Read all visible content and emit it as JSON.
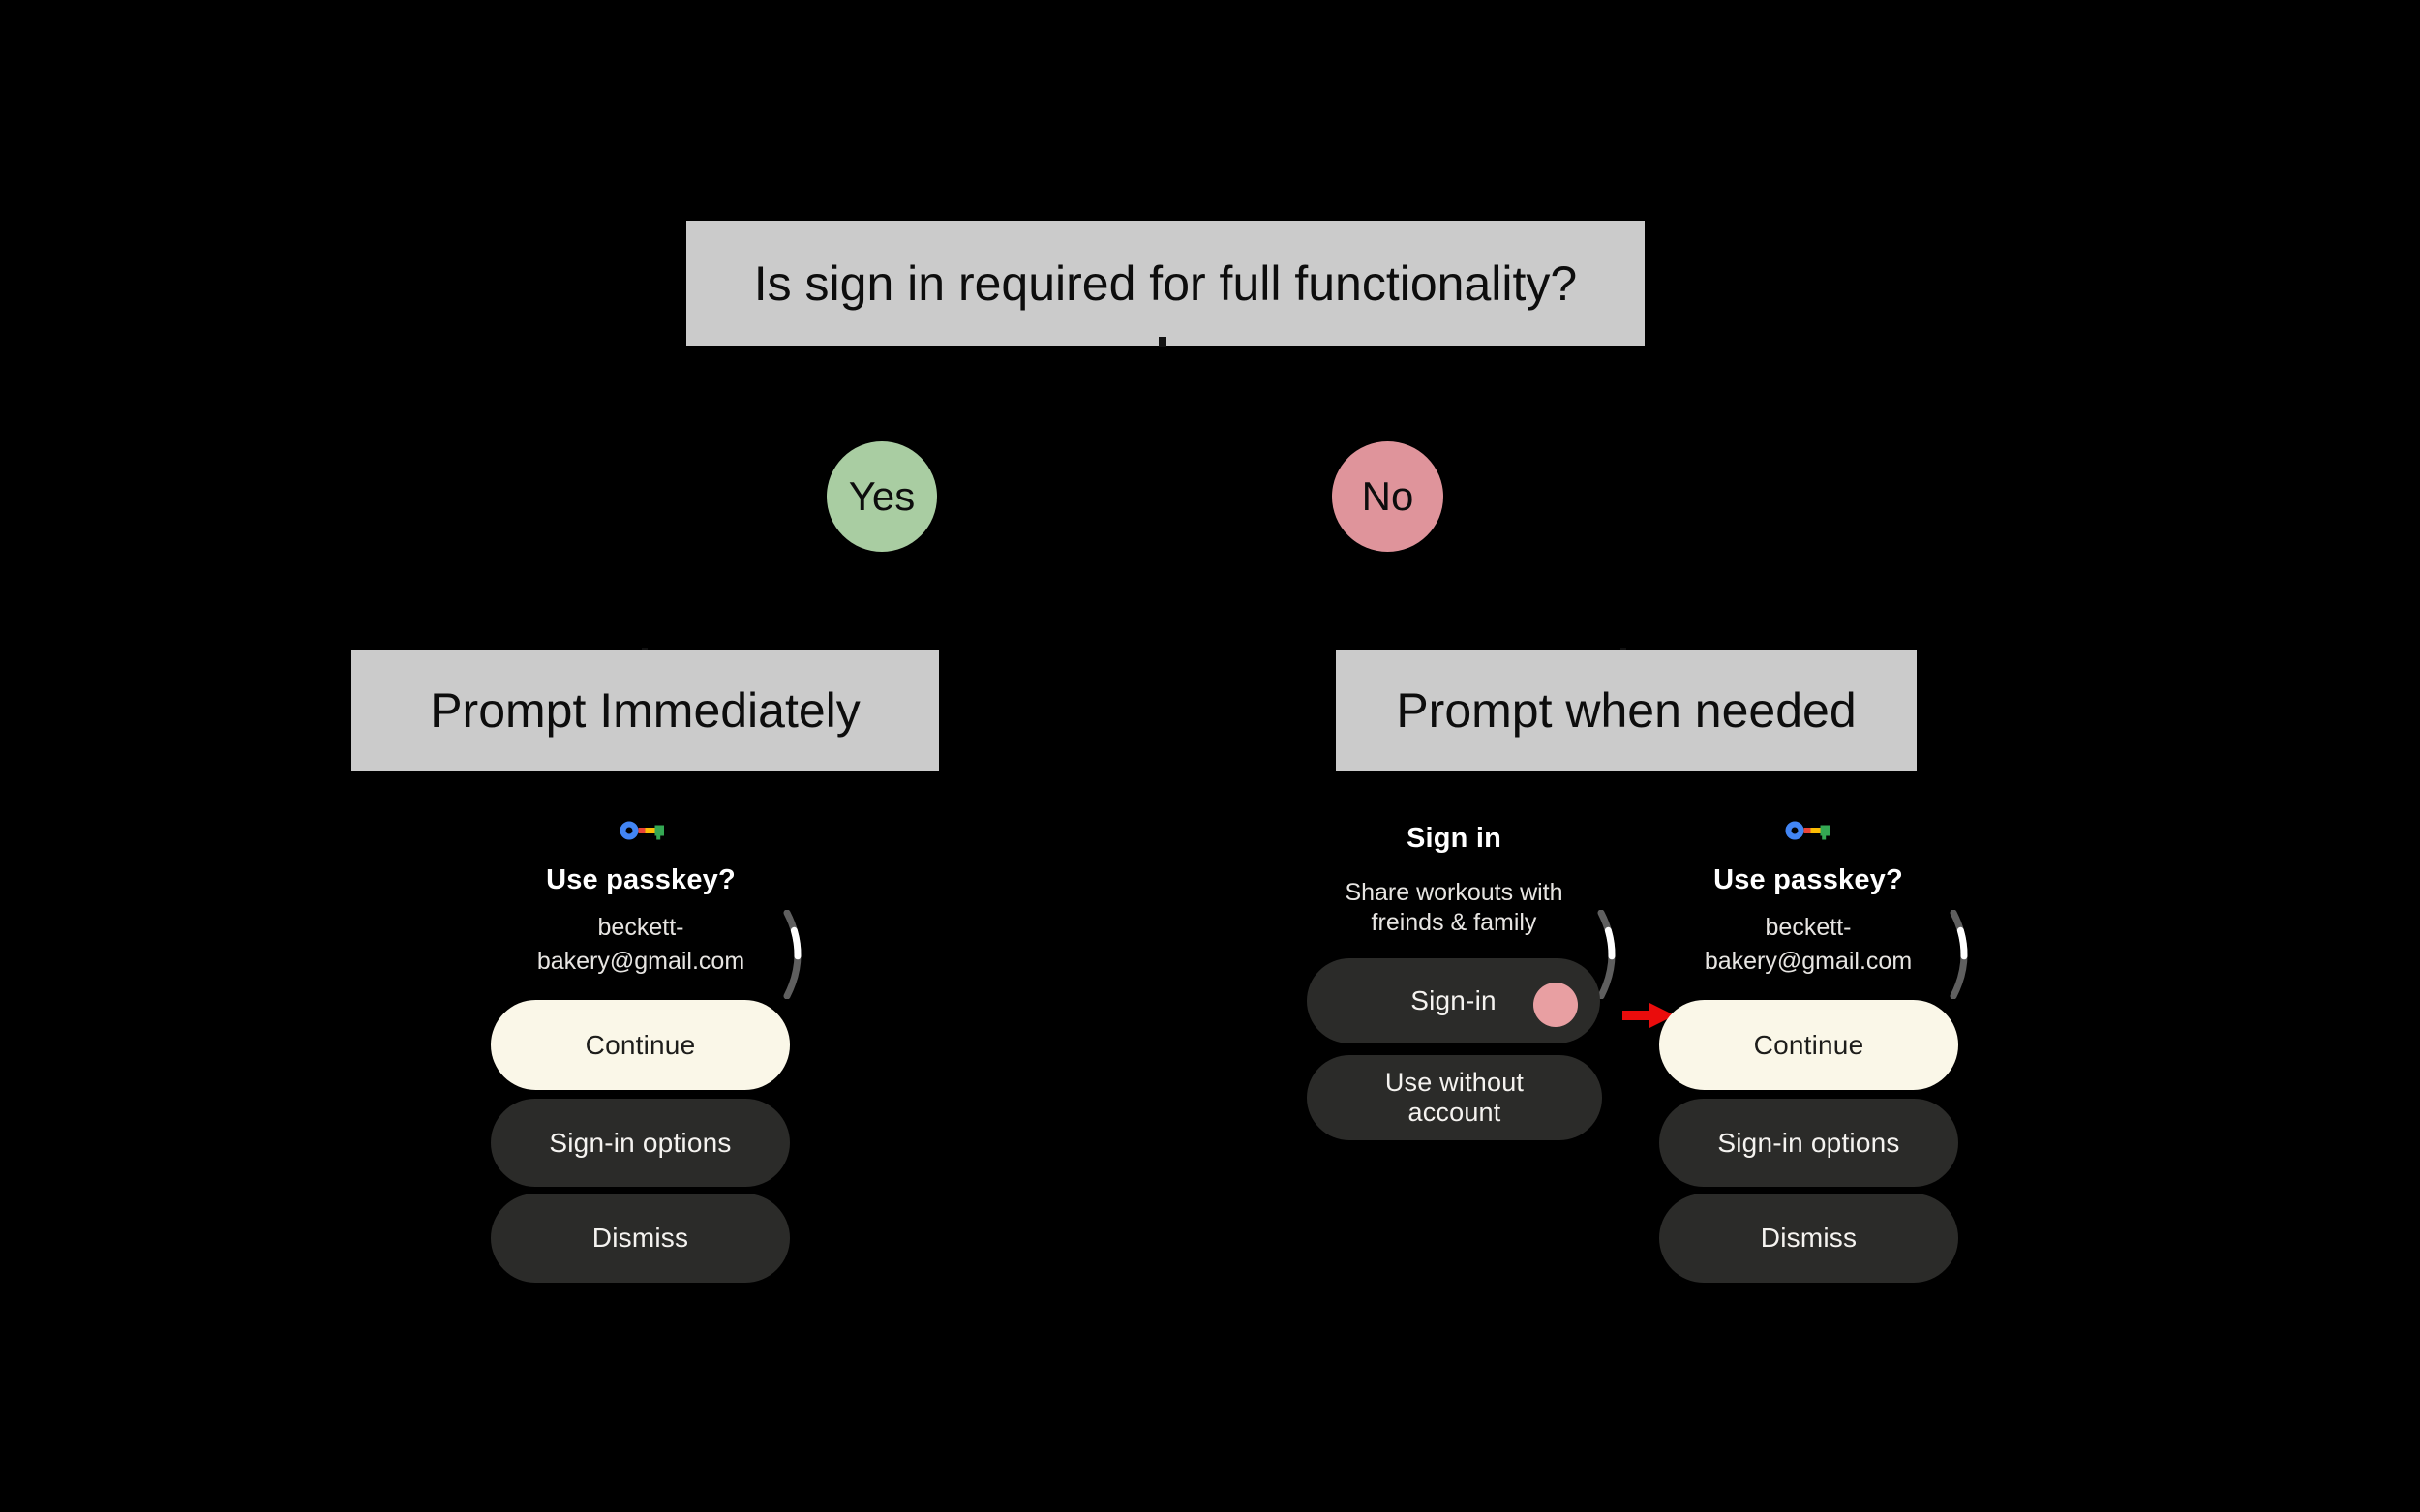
{
  "flowchart": {
    "question": "Is sign in required for full functionality?",
    "yes": "Yes",
    "no": "No",
    "outcome_immediate": "Prompt Immediately",
    "outcome_when_needed": "Prompt when needed"
  },
  "passkey_prompt": {
    "title": "Use passkey?",
    "email": "beckett-\nbakery@gmail.com",
    "continue_label": "Continue",
    "signin_options_label": "Sign-in options",
    "dismiss_label": "Dismiss"
  },
  "signin_prompt": {
    "title": "Sign in",
    "subtitle": "Share workouts with\nfreinds & family",
    "signin_label": "Sign-in",
    "use_without_account_label": "Use without\naccount"
  },
  "icons": {
    "passkey_icon": "google-passkey-key",
    "scroll_indicator": "curved-scrollbar-arc",
    "tap_indicator": "pink-tap-circle",
    "arrow": "red-arrow-right"
  },
  "colors": {
    "background": "#000000",
    "box_gray": "#cbcbcb",
    "yes_green": "#a9cda2",
    "no_pink": "#df949b",
    "button_cream": "#faf7e8",
    "button_dark": "#2b2b29",
    "tap_pink": "#e89fa2",
    "arrow_red": "#ea0c0c",
    "key_blue": "#4285f4",
    "key_red": "#ea4335",
    "key_yellow": "#fbbc04",
    "key_green": "#34a853"
  }
}
